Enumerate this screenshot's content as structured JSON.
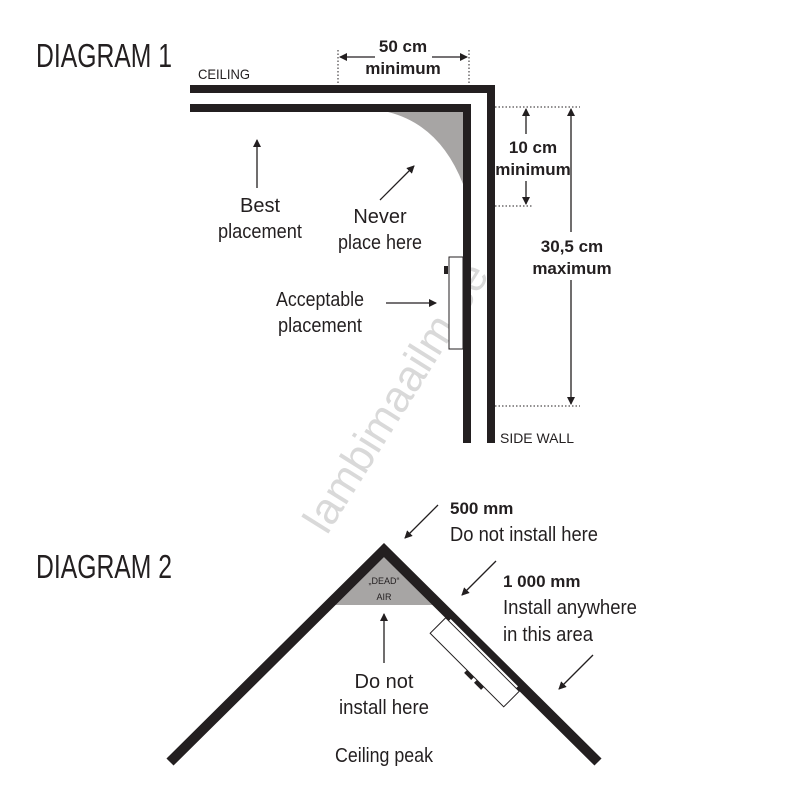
{
  "watermark": "lambimaailm.ee",
  "colors": {
    "line": "#231f20",
    "zone": "#a7a5a4"
  },
  "diagram1": {
    "title": "DIAGRAM 1",
    "ceiling": "CEILING",
    "side_wall": "SIDE WALL",
    "dim_top": {
      "value": "50 cm",
      "note": "minimum"
    },
    "dim_right_short": {
      "value": "10 cm",
      "note": "minimum"
    },
    "dim_right_long": {
      "value": "30,5 cm",
      "note": "maximum"
    },
    "best": [
      "Best",
      "placement"
    ],
    "never": [
      "Never",
      "place here"
    ],
    "acceptable": [
      "Acceptable",
      "placement"
    ]
  },
  "diagram2": {
    "title": "DIAGRAM 2",
    "dead_air": [
      "„DEAD“",
      "AIR"
    ],
    "zone_500": {
      "value": "500 mm",
      "note": "Do not install here"
    },
    "zone_1000": {
      "value": "1 000 mm",
      "note1": "Install anywhere",
      "note2": "in this area"
    },
    "do_not": [
      "Do not",
      "install here"
    ],
    "peak": "Ceiling peak"
  }
}
